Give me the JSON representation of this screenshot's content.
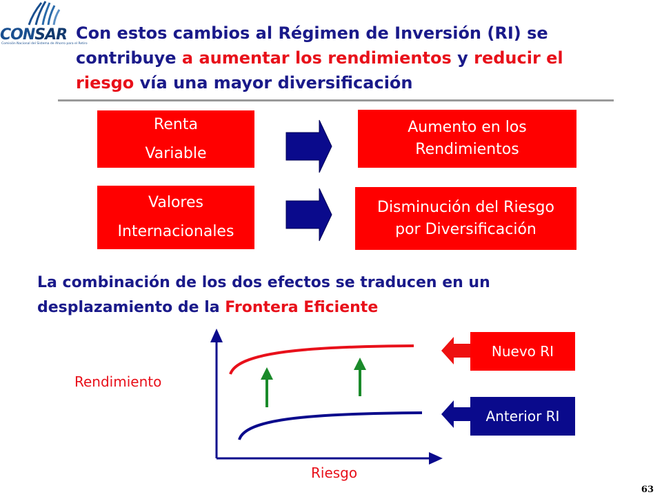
{
  "logo": {
    "name": "CONSAR",
    "name_part1": "CON",
    "name_part2": "SAR",
    "tagline": "Comisión Nacional del Sistema de Ahorro para el Retiro"
  },
  "title": {
    "seg1": "Con estos cambios al Régimen de Inversión (RI) se contribuye ",
    "seg2": "a aumentar los rendimientos",
    "seg3": " y ",
    "seg4": "reducir el riesgo",
    "seg5": " vía una mayor diversificación"
  },
  "rows": [
    {
      "left_line1": "Renta",
      "left_line2": "Variable",
      "right_line1": "Aumento en los",
      "right_line2": "Rendimientos"
    },
    {
      "left_line1": "Valores",
      "left_line2": "Internacionales",
      "right_line1": "Disminución del Riesgo",
      "right_line2": "por Diversificación"
    }
  ],
  "sentence": {
    "seg1": "La combinación de los dos efectos se traducen en un desplazamiento de la ",
    "seg2": "Frontera Eficiente"
  },
  "chart": {
    "y_label": "Rendimiento",
    "x_label": "Riesgo",
    "new_label": "Nuevo RI",
    "old_label": "Anterior RI"
  },
  "page_number": "63",
  "colors": {
    "navy": "#1a1a8a",
    "red": "#ff0000",
    "green": "#1a8a2a",
    "box_blue": "#0a0a8c"
  }
}
